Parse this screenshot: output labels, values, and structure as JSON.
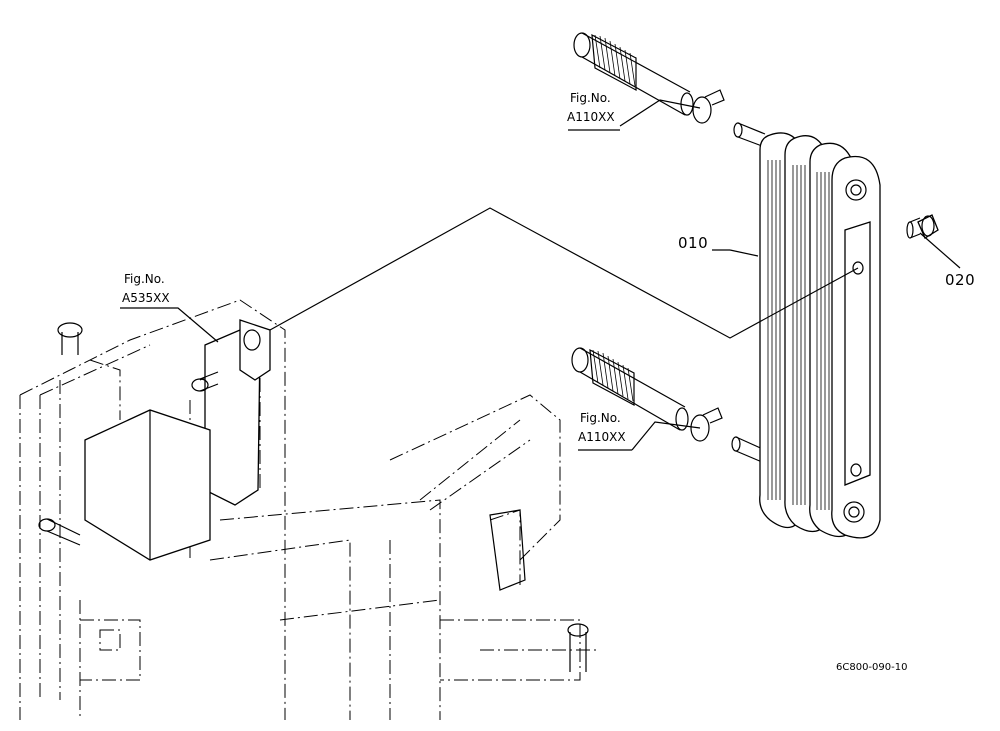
{
  "labels": {
    "fig_top": {
      "line1": "Fig.No.",
      "line2": "A110XX"
    },
    "fig_bottom": {
      "line1": "Fig.No.",
      "line2": "A110XX"
    },
    "fig_left": {
      "line1": "Fig.No.",
      "line2": "A535XX"
    },
    "part_010": "010",
    "part_020": "020",
    "drawing_code": "6C800-090-10"
  }
}
